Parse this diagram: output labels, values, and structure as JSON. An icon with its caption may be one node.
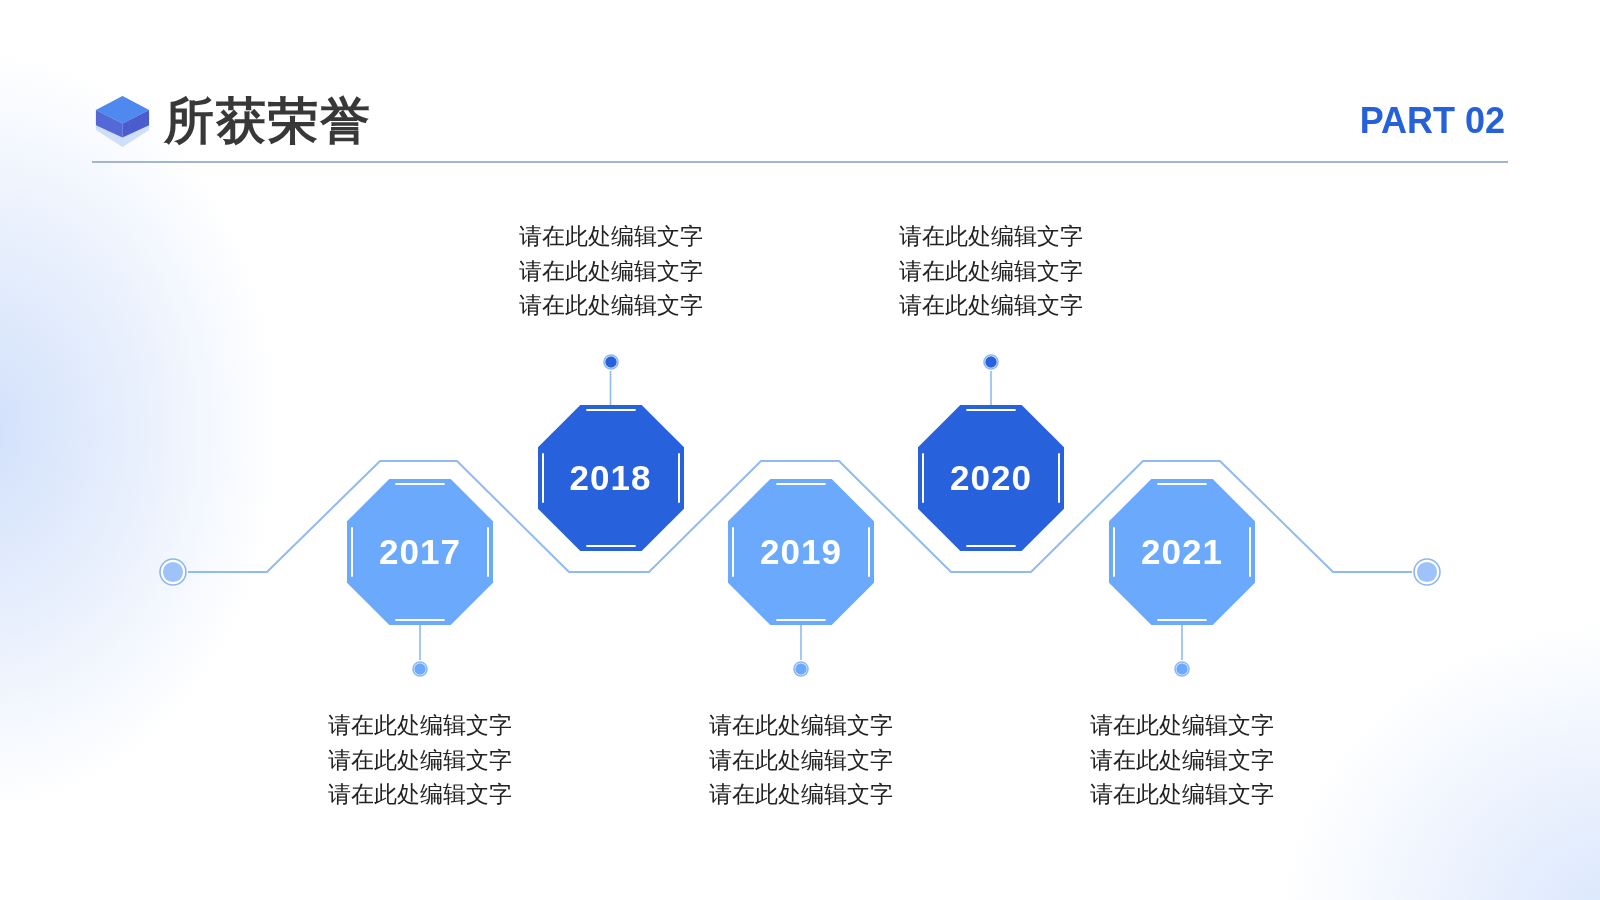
{
  "diagram": {
    "title": "所获荣誉",
    "nodes": [
      {
        "text": [],
        "shape": "circle"
      },
      {
        "text": [
          "2017"
        ],
        "beside": [
          "请在此处编辑文字",
          "请在此处编辑文字",
          "请在此处编辑文字"
        ]
      },
      {
        "text": [
          "2018"
        ],
        "beside": [
          "请在此处编辑文字",
          "请在此处编辑文字",
          "请在此处编辑文字"
        ]
      },
      {
        "text": [
          "2019"
        ],
        "beside": [
          "请在此处编辑文字",
          "请在此处编辑文字",
          "请在此处编辑文字"
        ]
      },
      {
        "text": [
          "2020"
        ],
        "beside": [
          "请在此处编辑文字",
          "请在此处编辑文字",
          "请在此处编辑文字"
        ]
      },
      {
        "text": [
          "2021"
        ],
        "beside": [
          "请在此处编辑文字",
          "请在此处编辑文字",
          "请在此处编辑文字"
        ]
      },
      {
        "text": [],
        "shape": "circle"
      },
      {
        "text": [],
        "shape": "circle"
      },
      {
        "text": [],
        "shape": "circle"
      },
      {
        "text": [],
        "shape": "circle"
      },
      {
        "text": [],
        "shape": "circle"
      },
      {
        "text": [],
        "shape": "circle"
      }
    ],
    "edges": [
      {
        "from": 0,
        "to": 6,
        "arrow": "none"
      },
      {
        "from": 1,
        "to": 7,
        "arrow": "none"
      },
      {
        "from": 2,
        "to": 8,
        "arrow": "none"
      },
      {
        "from": 3,
        "to": 9,
        "arrow": "none"
      },
      {
        "from": 4,
        "to": 10,
        "arrow": "none"
      },
      {
        "from": 5,
        "to": 11,
        "arrow": "none"
      }
    ],
    "labels": [
      "PART 02"
    ]
  }
}
